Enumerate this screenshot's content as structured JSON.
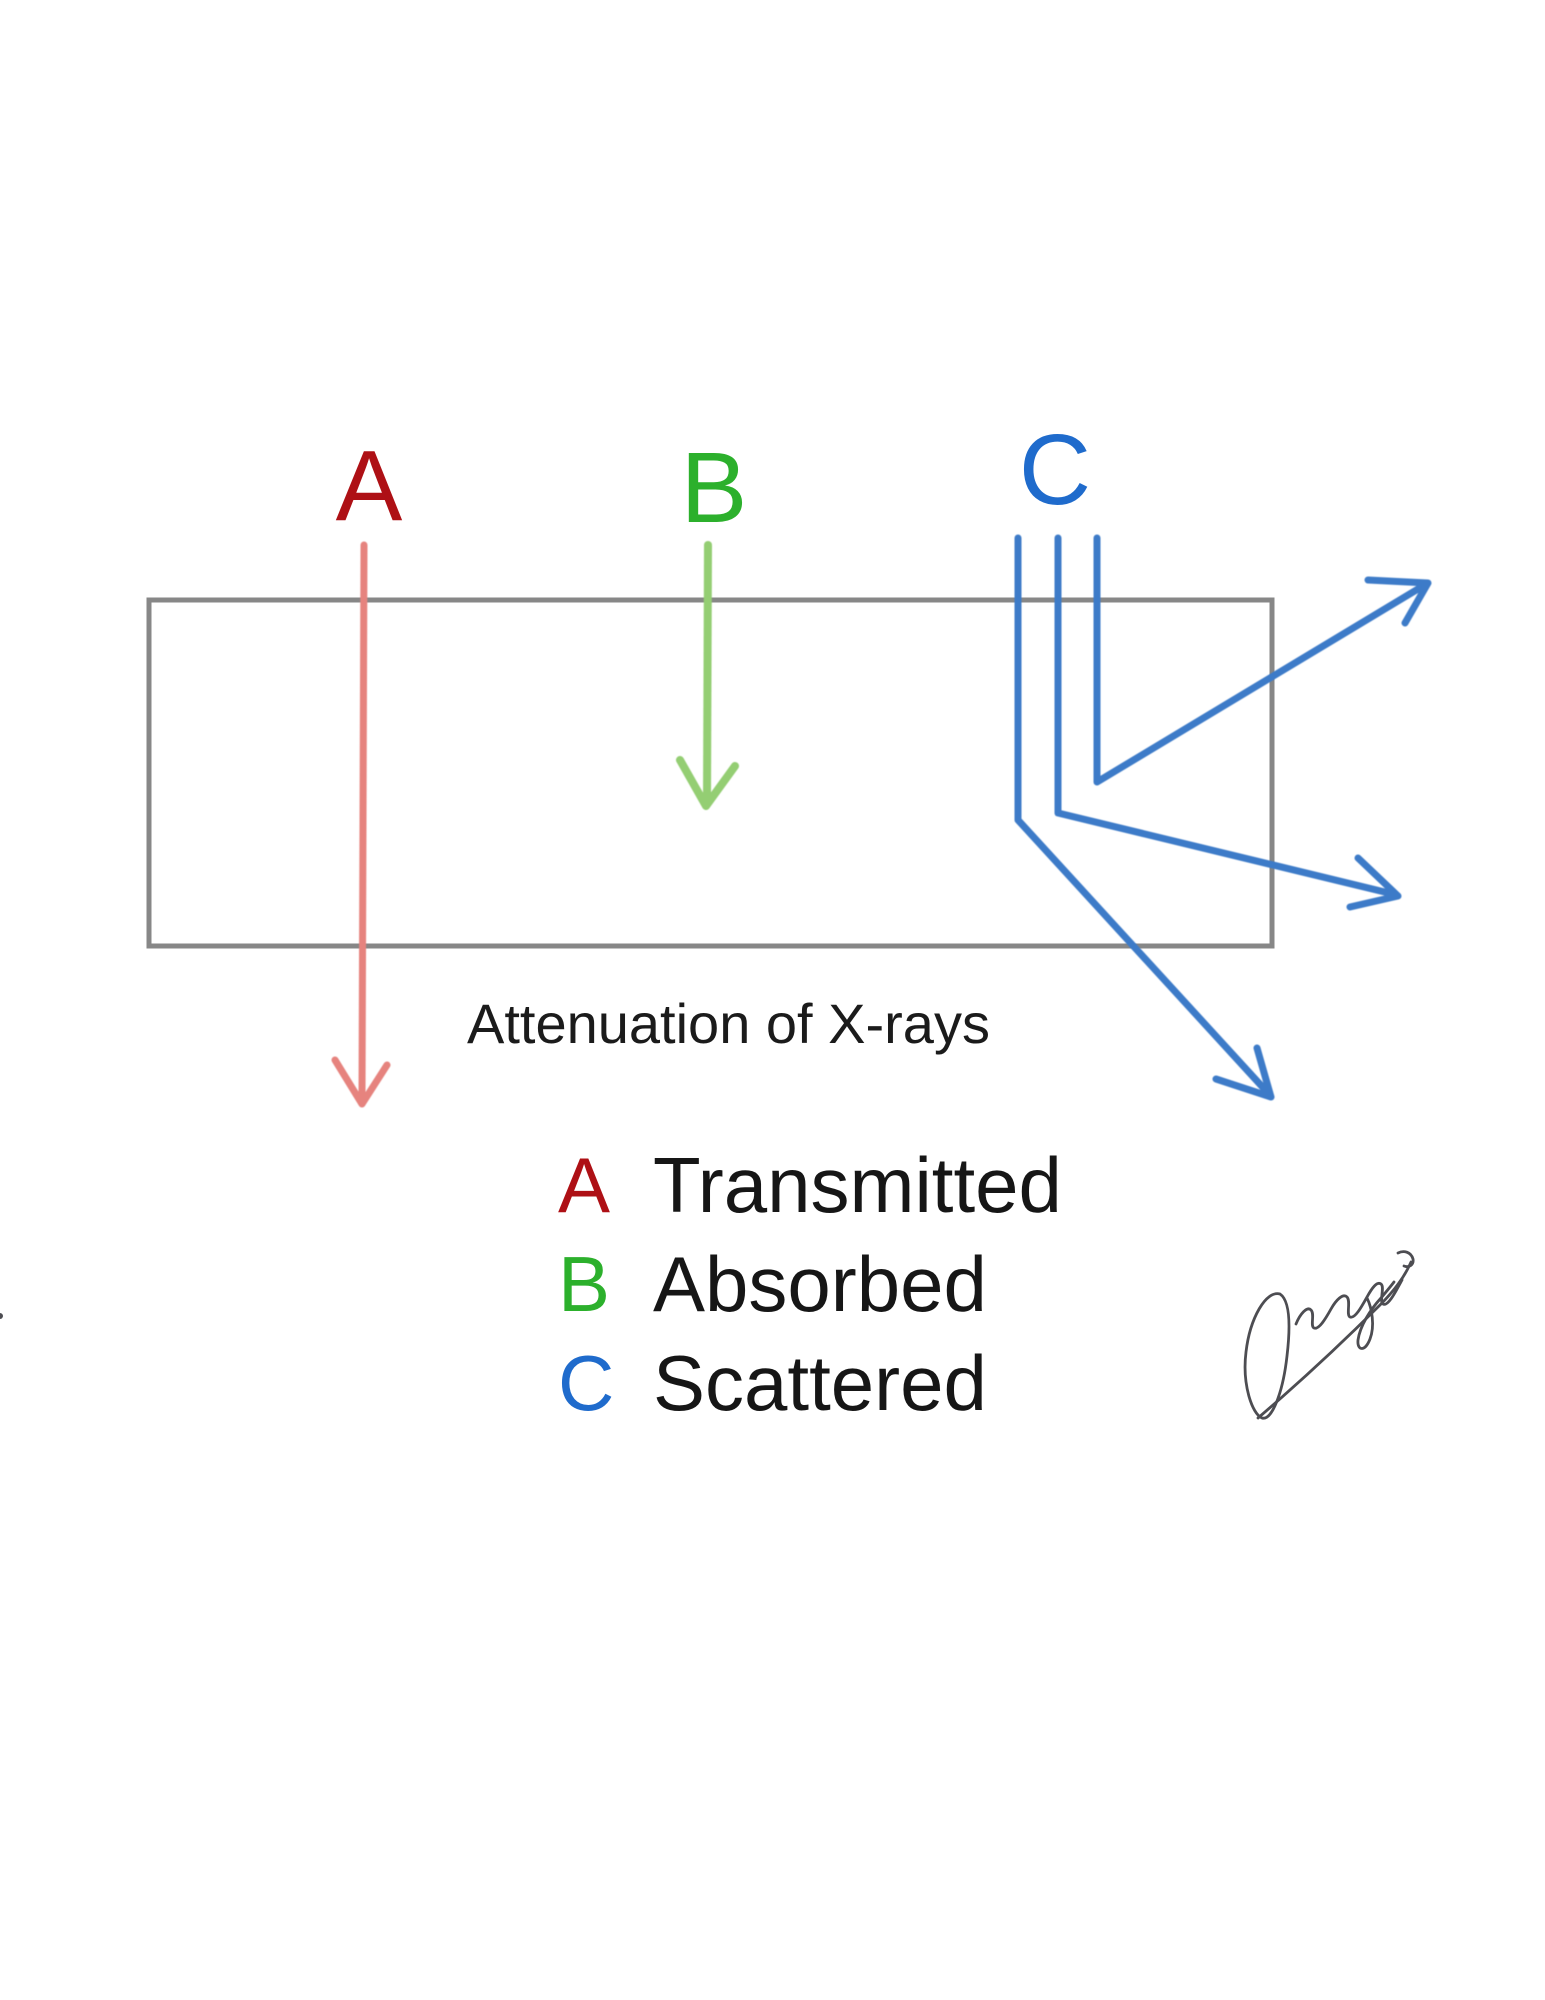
{
  "title": "Attenuation of X-rays",
  "categories": [
    {
      "label": "A",
      "term": "Transmitted",
      "label_color": "#ae1015",
      "arrow_color": "#e6837e"
    },
    {
      "label": "B",
      "term": "Absorbed",
      "label_color": "#2cb02c",
      "arrow_color": "#94ce73"
    },
    {
      "label": "C",
      "term": "Scattered",
      "label_color": "#1f6bcc",
      "arrow_color": "#3d7bc8"
    }
  ],
  "box_border_color": "#878787",
  "signature_ink_color": "#4d4d52"
}
